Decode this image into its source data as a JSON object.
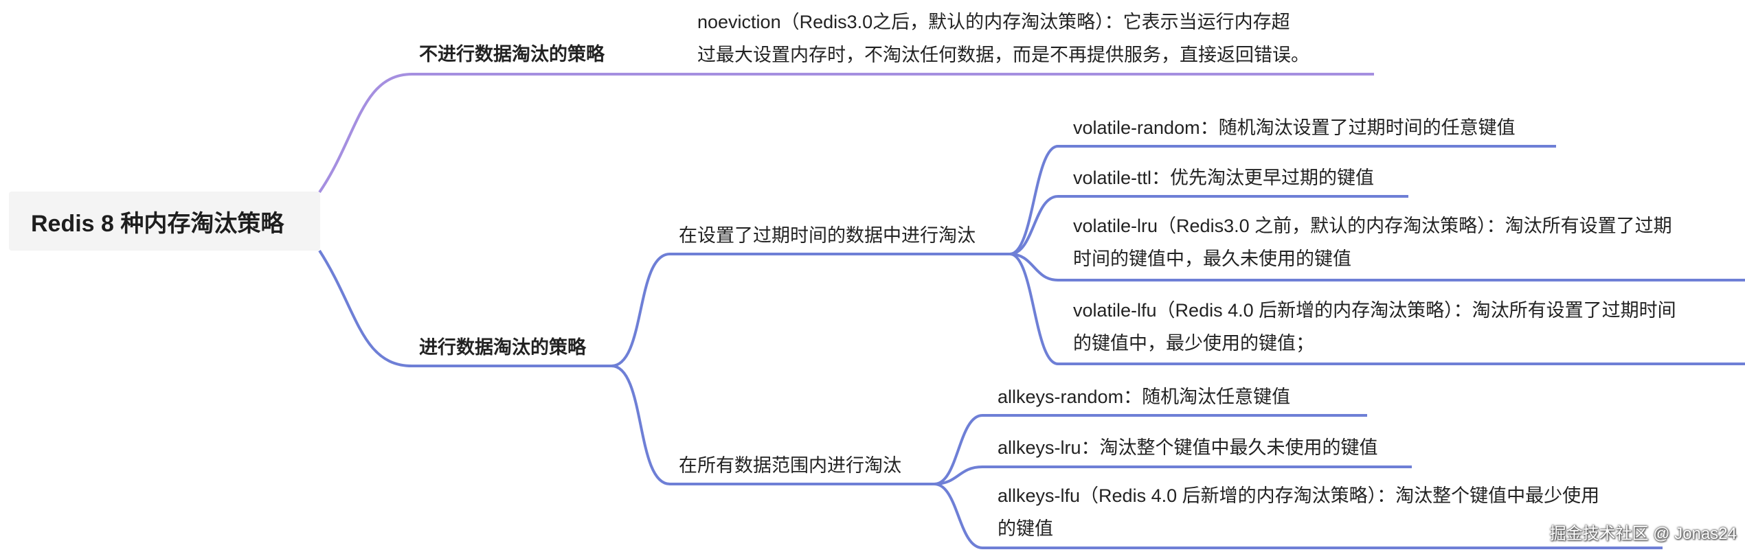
{
  "root": {
    "label": "Redis 8 种内存淘汰策略"
  },
  "branches": {
    "no_eviction": {
      "label": "不进行数据淘汰的策略",
      "children": [
        {
          "line1": "noeviction（Redis3.0之后，默认的内存淘汰策略）：它表示当运行内存超",
          "line2": "过最大设置内存时，不淘汰任何数据，而是不再提供服务，直接返回错误。"
        }
      ]
    },
    "eviction": {
      "label": "进行数据淘汰的策略",
      "groups": [
        {
          "label": "在设置了过期时间的数据中进行淘汰",
          "children": [
            {
              "line1": "volatile-random：随机淘汰设置了过期时间的任意键值",
              "line2": ""
            },
            {
              "line1": "volatile-ttl：优先淘汰更早过期的键值",
              "line2": ""
            },
            {
              "line1": "volatile-lru（Redis3.0 之前，默认的内存淘汰策略）：淘汰所有设置了过期",
              "line2": "时间的键值中，最久未使用的键值"
            },
            {
              "line1": "volatile-lfu（Redis 4.0 后新增的内存淘汰策略）：淘汰所有设置了过期时间",
              "line2": "的键值中，最少使用的键值；"
            }
          ]
        },
        {
          "label": "在所有数据范围内进行淘汰",
          "children": [
            {
              "line1": "allkeys-random：随机淘汰任意键值",
              "line2": ""
            },
            {
              "line1": "allkeys-lru：淘汰整个键值中最久未使用的键值",
              "line2": ""
            },
            {
              "line1": "allkeys-lfu（Redis 4.0 后新增的内存淘汰策略）：淘汰整个键值中最少使用",
              "line2": "的键值"
            }
          ]
        }
      ]
    }
  },
  "watermark": "掘金技术社区 @ Jonas24",
  "colors": {
    "branch_top": "#a58fe0",
    "branch_main": "#6e7fd6",
    "root_bg": "#f4f4f4"
  }
}
